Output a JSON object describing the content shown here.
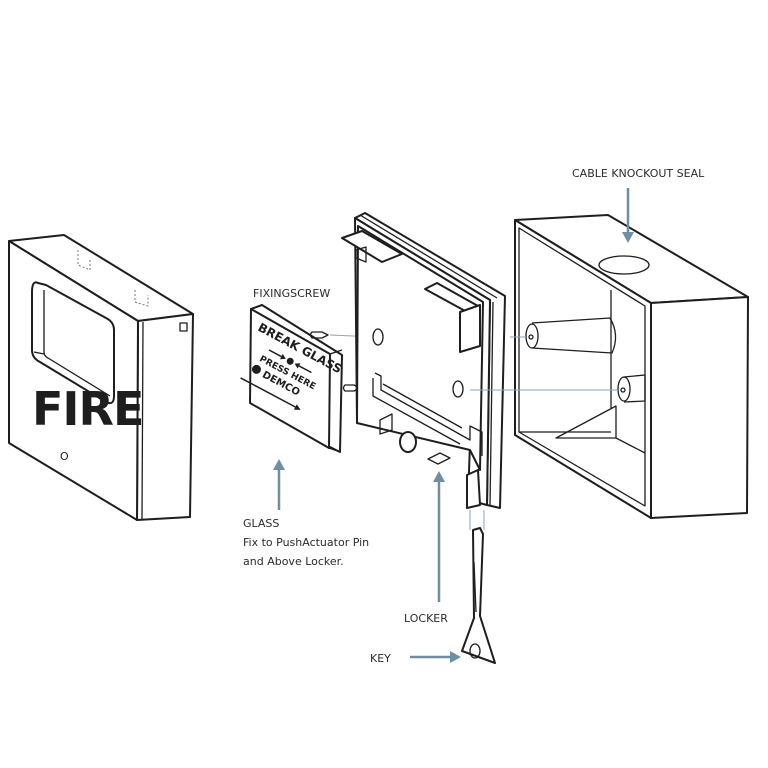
{
  "labels": {
    "cable_knockout_seal": "CABLE KNOCKOUT SEAL",
    "fixing_screw": "FIXINGSCREW",
    "glass_title": "GLASS",
    "glass_line1": "Fix to PushActuator Pin",
    "glass_line2": "and Above  Locker.",
    "locker": "LOCKER",
    "key": "KEY"
  },
  "front_cover": {
    "text": "FIRE",
    "keyhole": "O"
  },
  "glass_panel": {
    "line1": "BREAK GLASS",
    "line2": "PRESS HERE",
    "brand": "DEMCO"
  },
  "colors": {
    "arrow": "#6e8ea3",
    "line": "#1e1e1e",
    "text": "#2b2b2b"
  }
}
